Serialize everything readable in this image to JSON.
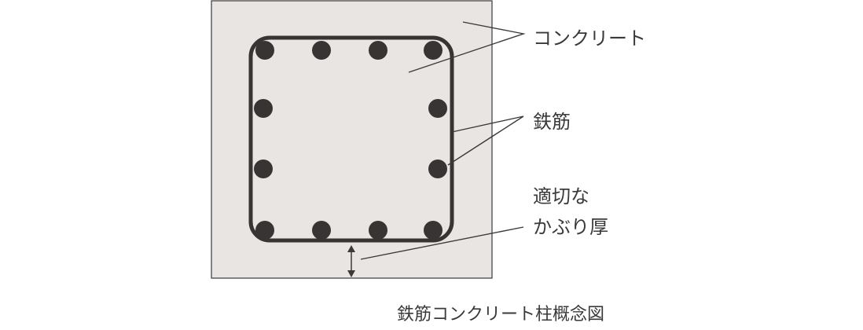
{
  "labels": {
    "concrete": "コンクリート",
    "rebar": "鉄筋",
    "cover_line1": "適切な",
    "cover_line2": "かぶり厚"
  },
  "caption": "鉄筋コンクリート柱概念図",
  "colors": {
    "concrete_fill": "#e8e5e3",
    "outline": "#3a3a3a",
    "rebar": "#383434",
    "text": "#3a3a3a",
    "background": "#ffffff"
  }
}
